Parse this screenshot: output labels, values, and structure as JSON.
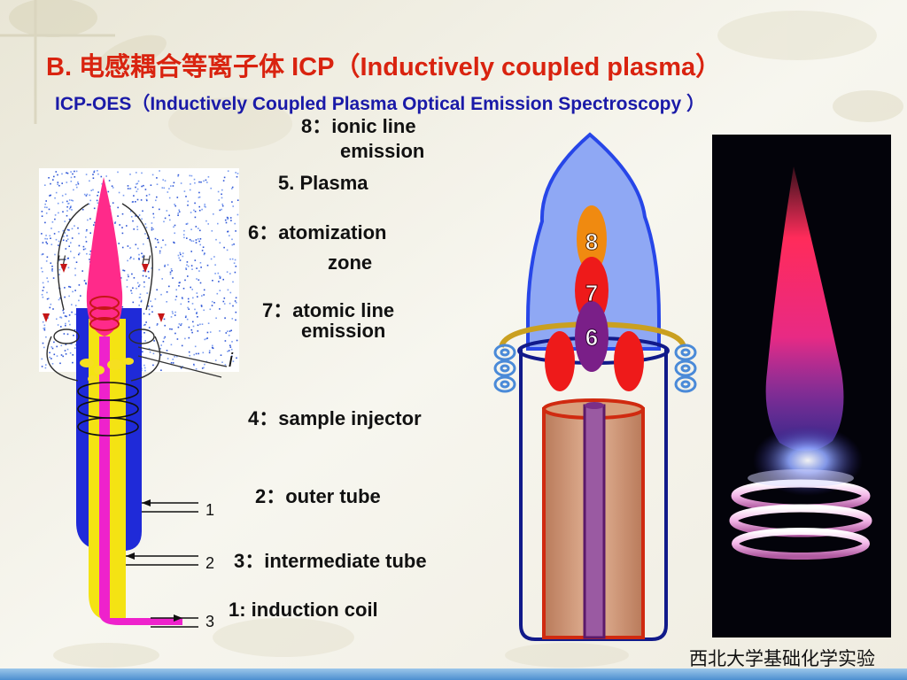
{
  "title": "B. 电感耦合等离子体 ICP（Inductively coupled plasma）",
  "subtitle": "ICP-OES（Inductively Coupled Plasma  Optical Emission Spectroscopy ）",
  "labels": {
    "ionic_line_1": "8：ionic line",
    "ionic_line_2": "emission",
    "plasma": "5. Plasma",
    "atomization_1": "6：atomization",
    "atomization_2": "zone",
    "atomic_line_1": "7：atomic line",
    "atomic_line_2": "emission",
    "sample_injector": "4：sample injector",
    "outer_tube": "2：outer tube",
    "intermediate_tube": "3：intermediate tube",
    "induction_coil": "1: induction coil"
  },
  "torch_diagram": {
    "current_label": "i",
    "h_label": "H",
    "ports": [
      "1",
      "2",
      "3"
    ]
  },
  "zone_diagram": {
    "zones": [
      "8",
      "7",
      "6"
    ]
  },
  "footer": "西北大学基础化学实验",
  "colors": {
    "title": "#d9230f",
    "subtitle": "#1a1aa8",
    "outer_tube": "#1f2ad8",
    "intermediate_tube": "#f4e313",
    "injector": "#ee22cc",
    "plasma_flame": "#ff2a8a",
    "zone_8": "#f08a10",
    "zone_7": "#ee1a1a",
    "zone_6": "#7a1f88"
  }
}
